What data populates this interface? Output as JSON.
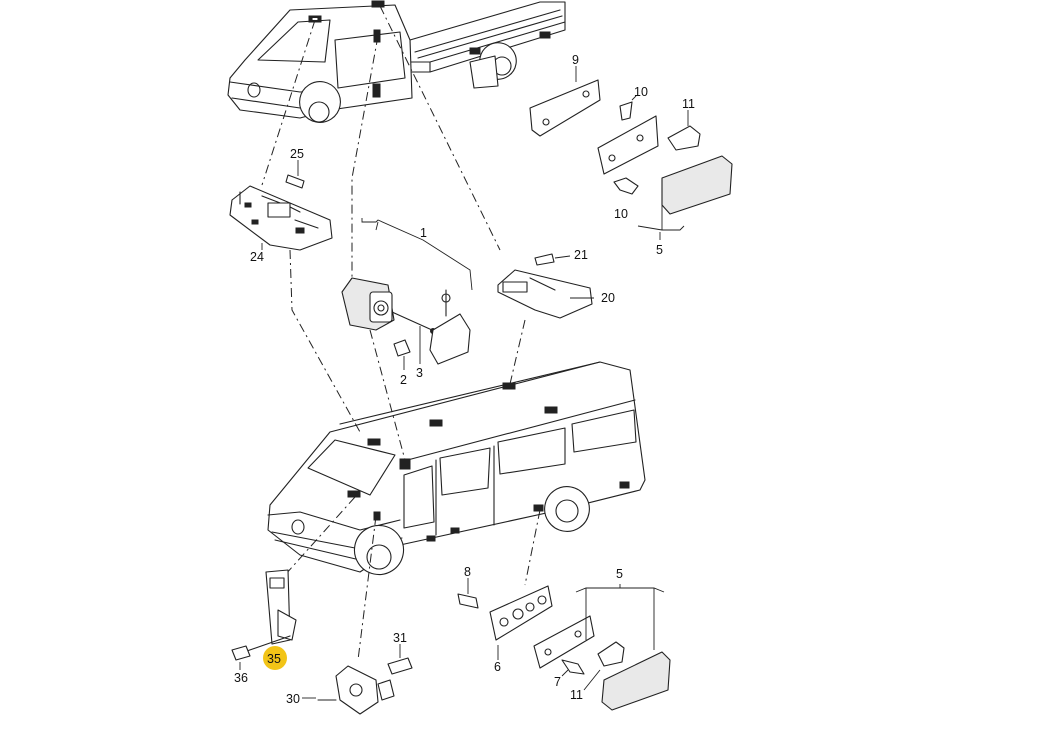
{
  "diagram": {
    "highlight_color": "#f2c417",
    "labels": {
      "l1": "1",
      "l2": "2",
      "l3": "3",
      "l5a": "5",
      "l5b": "5",
      "l6": "6",
      "l7": "7",
      "l8": "8",
      "l9": "9",
      "l10a": "10",
      "l10b": "10",
      "l11a": "11",
      "l11b": "11",
      "l20": "20",
      "l21": "21",
      "l24": "24",
      "l25": "25",
      "l30": "30",
      "l31": "31",
      "l35": "35",
      "l36": "36"
    }
  }
}
